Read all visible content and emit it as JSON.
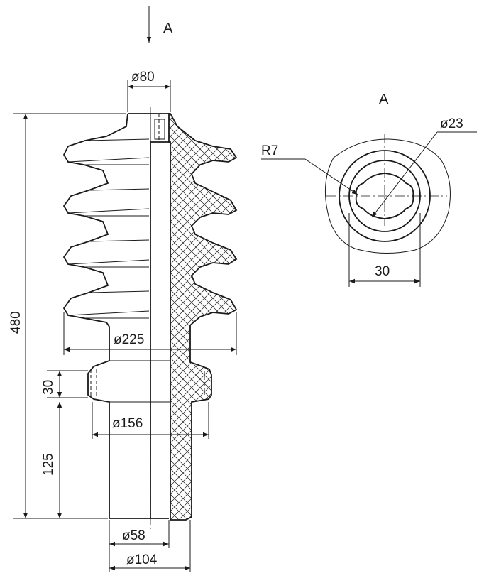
{
  "view_label": "A",
  "view_arrow_label": "A",
  "dimensions": {
    "top_diameter": "ø80",
    "total_height": "480",
    "shed_diameter": "ø225",
    "ring_height": "30",
    "ring_diameter": "ø156",
    "base_height": "125",
    "bore_diameter": "ø58",
    "base_diameter": "ø104"
  },
  "view_a": {
    "radius": "R7",
    "diameter": "ø23",
    "width": "30"
  }
}
